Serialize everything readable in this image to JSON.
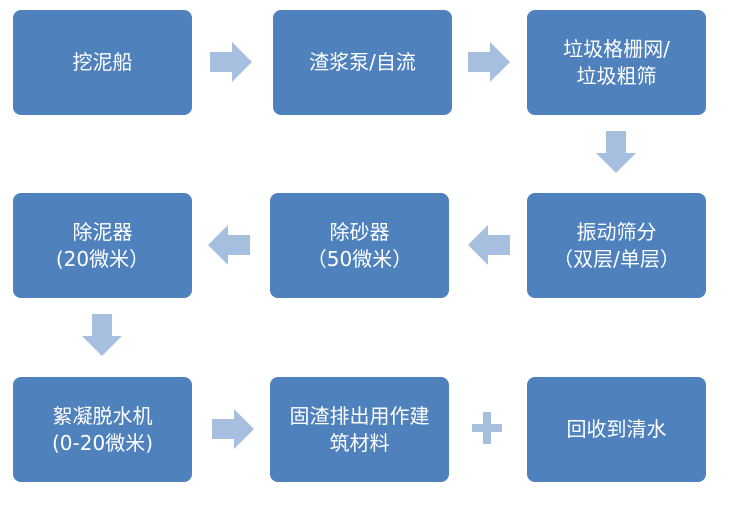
{
  "colors": {
    "box_fill": "#4f81bd",
    "box_text": "#ffffff",
    "arrow": "#a6bfde"
  },
  "steps": [
    {
      "lines": [
        "挖泥船"
      ]
    },
    {
      "lines": [
        "渣浆泵/自流"
      ]
    },
    {
      "lines": [
        "垃圾格栅网/",
        "垃圾粗筛"
      ]
    },
    {
      "lines": [
        "振动筛分",
        "（双层/单层）"
      ]
    },
    {
      "lines": [
        "除砂器",
        "（50微米）"
      ]
    },
    {
      "lines": [
        "除泥器",
        "(20微米）"
      ]
    },
    {
      "lines": [
        "絮凝脱水机",
        "(0-20微米)"
      ]
    },
    {
      "lines": [
        "固渣排出用作建",
        "筑材料"
      ]
    },
    {
      "lines": [
        "回收到清水"
      ]
    }
  ],
  "connectors": [
    "arrow-right",
    "arrow-right",
    "arrow-down",
    "arrow-left",
    "arrow-left",
    "arrow-down",
    "arrow-right",
    "plus"
  ]
}
